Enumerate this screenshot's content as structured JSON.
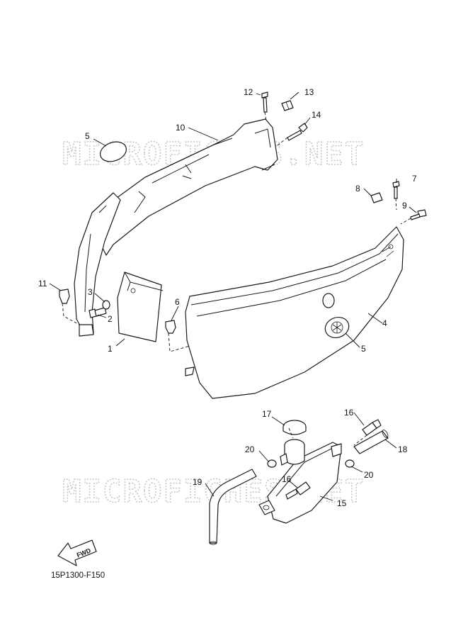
{
  "watermark": "MICROFICHES.NET",
  "diagram_code": "15P1300-F150",
  "direction_label": "FWD",
  "callouts": {
    "c1": "1",
    "c2": "2",
    "c3": "3",
    "c4": "4",
    "c5a": "5",
    "c5b": "5",
    "c6": "6",
    "c7": "7",
    "c8": "8",
    "c9": "9",
    "c10": "10",
    "c11": "11",
    "c12": "12",
    "c13": "13",
    "c14": "14",
    "c15": "15",
    "c16a": "16",
    "c16b": "16",
    "c17": "17",
    "c18": "18",
    "c19": "19",
    "c20a": "20",
    "c20b": "20"
  }
}
